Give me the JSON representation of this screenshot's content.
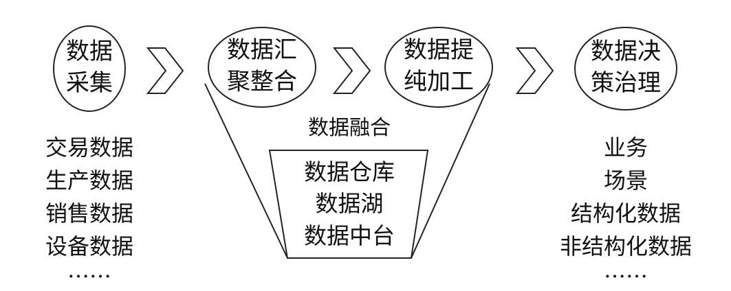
{
  "stages": [
    {
      "id": "collect",
      "lines": [
        "数据",
        "采集"
      ]
    },
    {
      "id": "aggregate",
      "lines": [
        "数据汇",
        "聚整合"
      ]
    },
    {
      "id": "refine",
      "lines": [
        "数据提",
        "纯加工"
      ]
    },
    {
      "id": "decide",
      "lines": [
        "数据决",
        "策治理"
      ]
    }
  ],
  "sources": {
    "items": [
      "交易数据",
      "生产数据",
      "销售数据",
      "设备数据",
      "……"
    ]
  },
  "fusion": {
    "title": "数据融合",
    "items": [
      "数据仓库",
      "数据湖",
      "数据中台"
    ]
  },
  "outputs": {
    "items": [
      "业务",
      "场景",
      "结构化数据",
      "非结构化数据",
      "……"
    ]
  }
}
